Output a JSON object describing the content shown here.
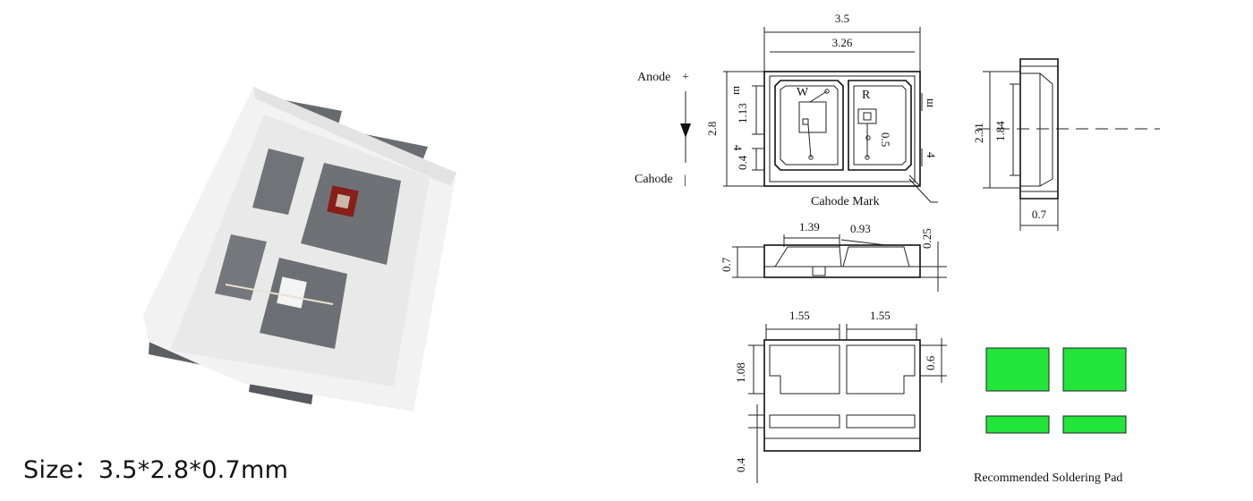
{
  "caption": {
    "size": "Size：3.5*2.8*0.7mm"
  },
  "colors": {
    "pad": "#22e53a",
    "body": "#f2f2f2",
    "leadframe": "#6f7378",
    "chip": "#8a1f1a"
  },
  "top_view": {
    "width_outer": "3.5",
    "width_inner": "3.26",
    "height": "2.8",
    "upper_h": "1.13",
    "lower_h": "0.4",
    "upper_tag": "ш",
    "lower_tag": "4",
    "chip_w": "W",
    "chip_r": "R",
    "chip_r_dim": "0.5",
    "anode_label": "Anode",
    "anode_sign": "+",
    "cathode_label": "Cahode",
    "cathode_sign": "|",
    "cathode_mark": "Cahode Mark"
  },
  "side_view": {
    "height": "2.31",
    "inner_height": "1.84",
    "thickness": "0.7"
  },
  "front_view": {
    "top_w1": "1.39",
    "top_w2": "0.93",
    "lens_h": "0.25",
    "height": "0.7"
  },
  "bottom_view": {
    "pad_w1": "1.55",
    "pad_w2": "1.55",
    "pad_h": "1.08",
    "pad_gap": "0.6",
    "pad_small": "0.4"
  },
  "solder": {
    "label": "Recommended Soldering Pad"
  }
}
